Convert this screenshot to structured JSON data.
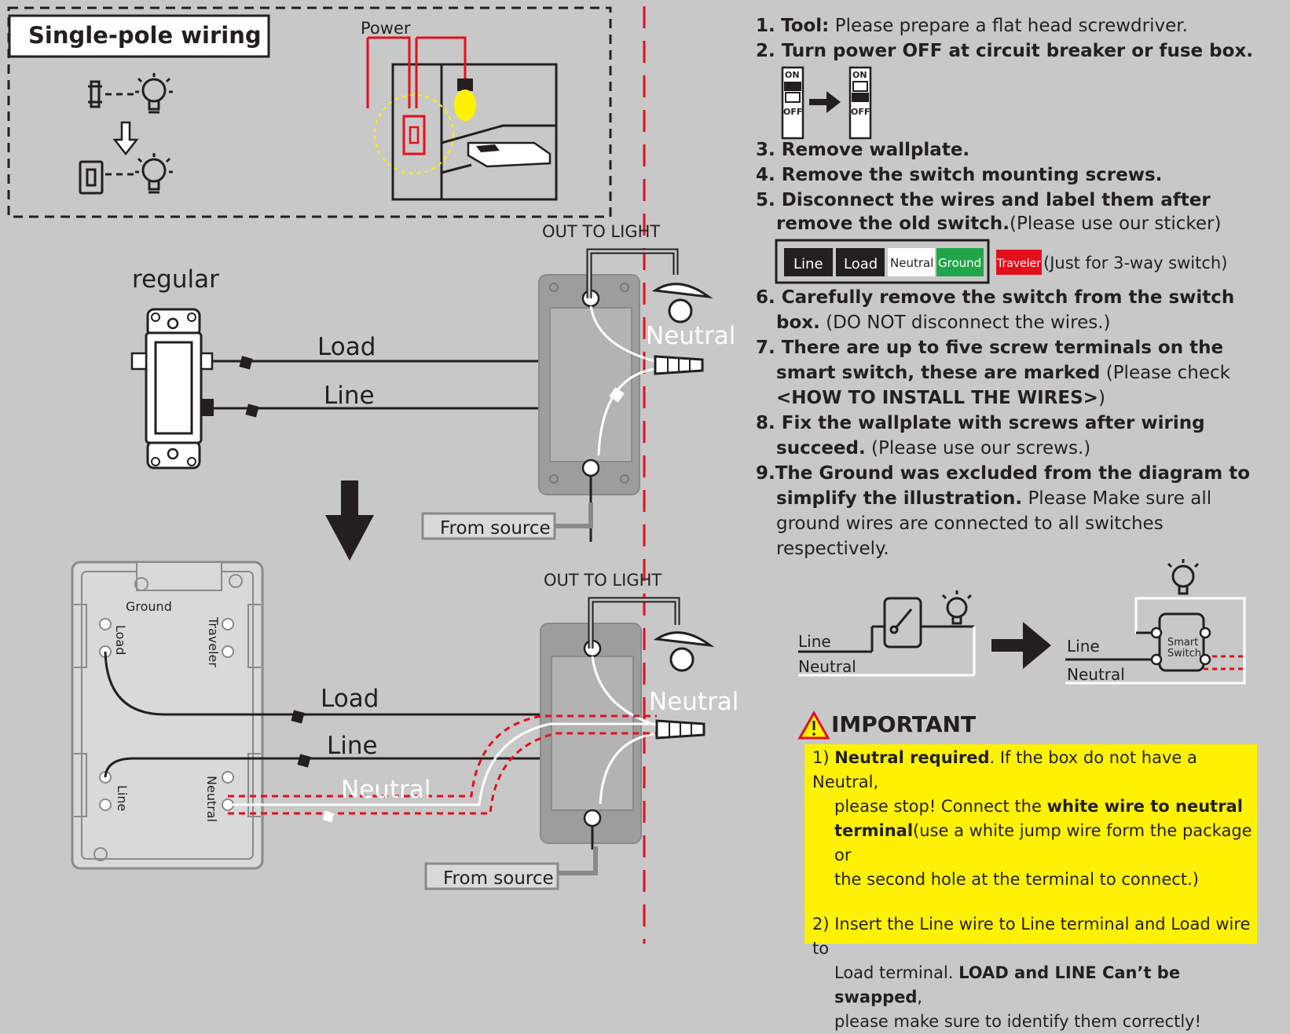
{
  "title": "Single-pole  wiring",
  "labels": {
    "power": "Power",
    "out_to_light": "OUT TO LIGHT",
    "regular": "regular",
    "load": "Load",
    "line": "Line",
    "neutral": "Neutral",
    "from_source": "From source",
    "ground": "Ground",
    "traveler": "Traveler",
    "switch_on": "ON",
    "switch_off": "OFF",
    "smart_switch_l1": "Smart",
    "smart_switch_l2": "Switch"
  },
  "steps": {
    "s1_num": "1.",
    "s1_bold": "Tool:",
    "s1_text": "Please prepare a flat head screwdriver.",
    "s2": "2. Turn power OFF at  circuit breaker or fuse box.",
    "s3": "3. Remove wallplate.",
    "s4": "4. Remove the switch mounting screws.",
    "s5_l1": "5. Disconnect the wires and label them after",
    "s5_l2_bold": "remove the old switch.",
    "s5_l2_text": "(Please use our sticker)",
    "s6_l1": "6. Carefully remove the switch from the switch",
    "s6_l2_bold": "box.",
    "s6_l2_text": "(DO NOT disconnect the wires.)",
    "s7_l1": "7. There are up to five screw terminals on the",
    "s7_l2_bold": "smart switch, these are marked",
    "s7_l2_text": "(Please check",
    "s7_l3_bold": "<HOW TO INSTALL THE WIRES>",
    "s7_l3_text": ")",
    "s8_l1": "8. Fix the wallplate with screws after wiring",
    "s8_l2_bold": "succeed.",
    "s8_l2_text": "(Please use our screws.)",
    "s9_l1": "9.The Ground was excluded from the diagram to",
    "s9_l2_bold": "simplify the illustration.",
    "s9_l2_text": "Please Make sure all",
    "s9_l3": "ground wires are connected to all switches",
    "s9_l4": "respectively."
  },
  "stickers": {
    "line": "Line",
    "load": "Load",
    "neutral": "Neutral",
    "ground": "Ground",
    "traveler": "Traveler",
    "note": "(Just for 3-way switch)"
  },
  "important": {
    "title": "IMPORTANT",
    "p1_a": "1) ",
    "p1_bold": "Neutral required",
    "p1_b": ". If the box do not have a Neutral,",
    "p1_c": "please stop! Connect the ",
    "p1_bold2": "white wire to neutral",
    "p1_bold3": "terminal",
    "p1_d": "(use a white jump wire form the package or",
    "p1_e": "the second hole at the terminal to connect.)",
    "p2_a": "2) Insert the Line wire to Line terminal and Load wire to",
    "p2_b": "Load terminal.  ",
    "p2_bold": "LOAD and LINE Can’t be swapped",
    "p2_c": ",",
    "p2_d": "please make sure to identify them correctly!"
  },
  "colors": {
    "background": "#c8c8c8",
    "red": "#e3101b",
    "yellow": "#fff200",
    "ground_green": "#1fa64a",
    "dark": "#231f20"
  }
}
